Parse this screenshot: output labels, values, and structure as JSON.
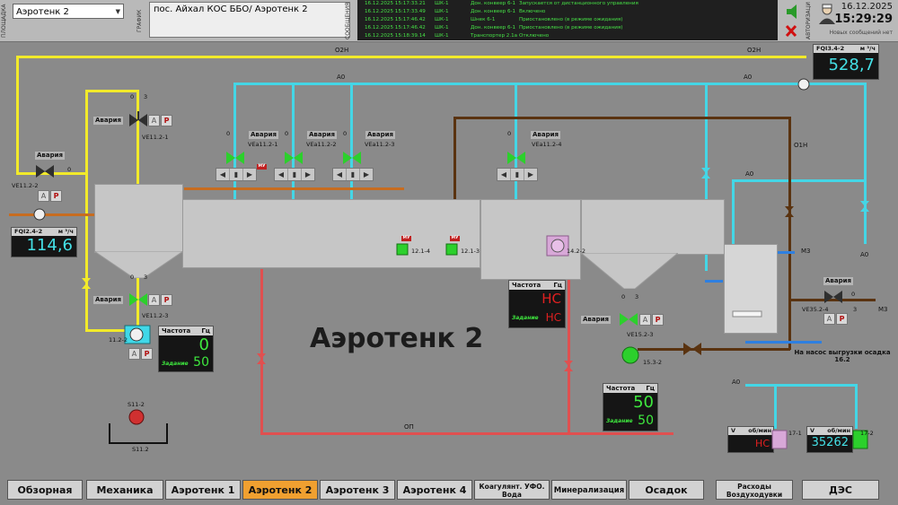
{
  "header": {
    "left_label": "ПЛОЩАДКА",
    "object_select": "Аэротенк 2",
    "mid_label": "ГРАФИК",
    "location": "пос. Айхал КОС ББО/ Аэротенк 2",
    "msg_label": "СООБЩЕНИЯ",
    "messages": [
      {
        "dt": "16.12.2025 15:17:33.21",
        "src": "ШК-1",
        "obj": "Дон. конвеер 6-1",
        "text": "Запускается от дистанционного управления"
      },
      {
        "dt": "16.12.2025 15:17:33.49",
        "src": "ШК-1",
        "obj": "Дон. конвеер 6-1",
        "text": "Включено"
      },
      {
        "dt": "16.12.2025 15:17:46.42",
        "src": "ШК-1",
        "obj": "Шнек 6-1",
        "text": "Приостановлено (в режиме ожидания)"
      },
      {
        "dt": "16.12.2025 15:17:46.42",
        "src": "ШК-1",
        "obj": "Дон. конвеер 6-1",
        "text": "Приостановлено (в режиме ожидания)"
      },
      {
        "dt": "16.12.2025 15:18:39.14",
        "src": "ШК-1",
        "obj": "Транспортер 2.1а",
        "text": "Отключено"
      }
    ],
    "user_label": "АВТОРИЗАЦИЯ",
    "date": "16.12.2025",
    "time": "15:29:29",
    "no_messages": "Новых сообщений нет"
  },
  "title": "Аэротенк 2",
  "pipe_labels": {
    "o2n_1": "О2Н",
    "o2n_2": "О2Н",
    "a0_1": "А0",
    "a0_2": "А0",
    "a0_3": "А0",
    "a0_4": "А0",
    "a0_5": "А0",
    "o1n": "О1Н",
    "m3_1": "М3",
    "m3_2": "М3",
    "op": "ОП",
    "pump_note": "На насос выгрузки осадка 16.2"
  },
  "meters": {
    "fqi_34_2": {
      "label": "FQI3.4-2",
      "unit": "м ³/ч",
      "value": "528,7"
    },
    "fqi_24_2": {
      "label": "FQI2.4-2",
      "unit": "м ³/ч",
      "value": "114,6"
    },
    "v_17_1": {
      "label": "V",
      "unit": "об/мин",
      "value": "НС"
    },
    "v_17_2": {
      "label": "V",
      "unit": "об/мин",
      "value": "35262"
    }
  },
  "freq": {
    "freq_label": "Частота",
    "hz": "Гц",
    "set_label": "Задание",
    "p1": {
      "value": "0",
      "set": "50"
    },
    "p2": {
      "value": "НС",
      "set": "НС"
    },
    "p3": {
      "value": "50",
      "set": "50"
    }
  },
  "valves": {
    "alarm": "Авария",
    "a": "A",
    "p": "P",
    "zero": "0",
    "three": "3",
    "ve11_2_1": "VE11.2-1",
    "ve11_2_2": "VE11.2-2",
    "ve11_2_3": "VE11.2-3",
    "vea11_2_1": "VEа11.2-1",
    "vea11_2_2": "VEа11.2-2",
    "vea11_2_3": "VEа11.2-3",
    "vea11_2_4": "VEа11.2-4",
    "ve15_2_3": "VE15.2-3",
    "ve35_2_4": "VE35.2-4",
    "mu": "МУ"
  },
  "equipment": {
    "p11_2_2": "11.2-2",
    "p15_3_2": "15.3-2",
    "p14_2_2": "14.2-2",
    "m12_1_4": "12.1-4",
    "m12_1_3": "12.1-3",
    "s11_2": "S11.2",
    "s11_2_top": "S11-2",
    "p17_1": "17-1",
    "p17_2": "17-2"
  },
  "nav": [
    "Обзорная",
    "Механика",
    "Аэротенк 1",
    "Аэротенк 2",
    "Аэротенк 3",
    "Аэротенк 4",
    "Коагулянт. УФО. Вода",
    "Минерализация",
    "Осадок",
    "Расходы Воздуходувки",
    "ДЭС"
  ],
  "colors": {
    "active_tab": "#f0a030",
    "green_led": "#3ee83e",
    "alarm_red": "#e02020"
  }
}
